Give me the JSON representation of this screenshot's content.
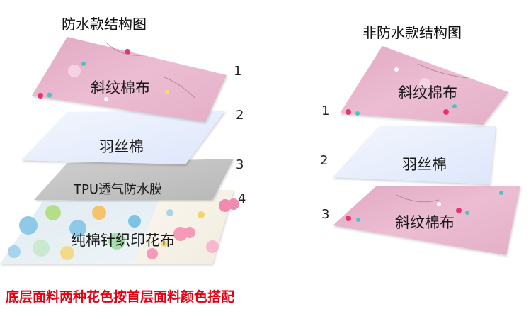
{
  "left": {
    "title": "防水款结构图",
    "layers": [
      {
        "number": "1",
        "label": "斜纹棉布"
      },
      {
        "number": "2",
        "label": "羽丝棉"
      },
      {
        "number": "3",
        "label": "TPU透气防水膜"
      },
      {
        "number": "4",
        "label": "纯棉针织印花布"
      }
    ]
  },
  "right": {
    "title": "非防水款结构图",
    "layers": [
      {
        "number": "1",
        "label": "斜纹棉布"
      },
      {
        "number": "2",
        "label": "羽丝棉"
      },
      {
        "number": "3",
        "label": "斜纹棉布"
      }
    ]
  },
  "footnote": "底层面料两种花色按首层面料颜色搭配",
  "colors": {
    "pink_fabric": "#e9b6cc",
    "cotton_fill": "#e8eefc",
    "tpu_membrane": "#c4c4c4",
    "print_base": "#eef4f7",
    "note_red": "#e60012"
  }
}
